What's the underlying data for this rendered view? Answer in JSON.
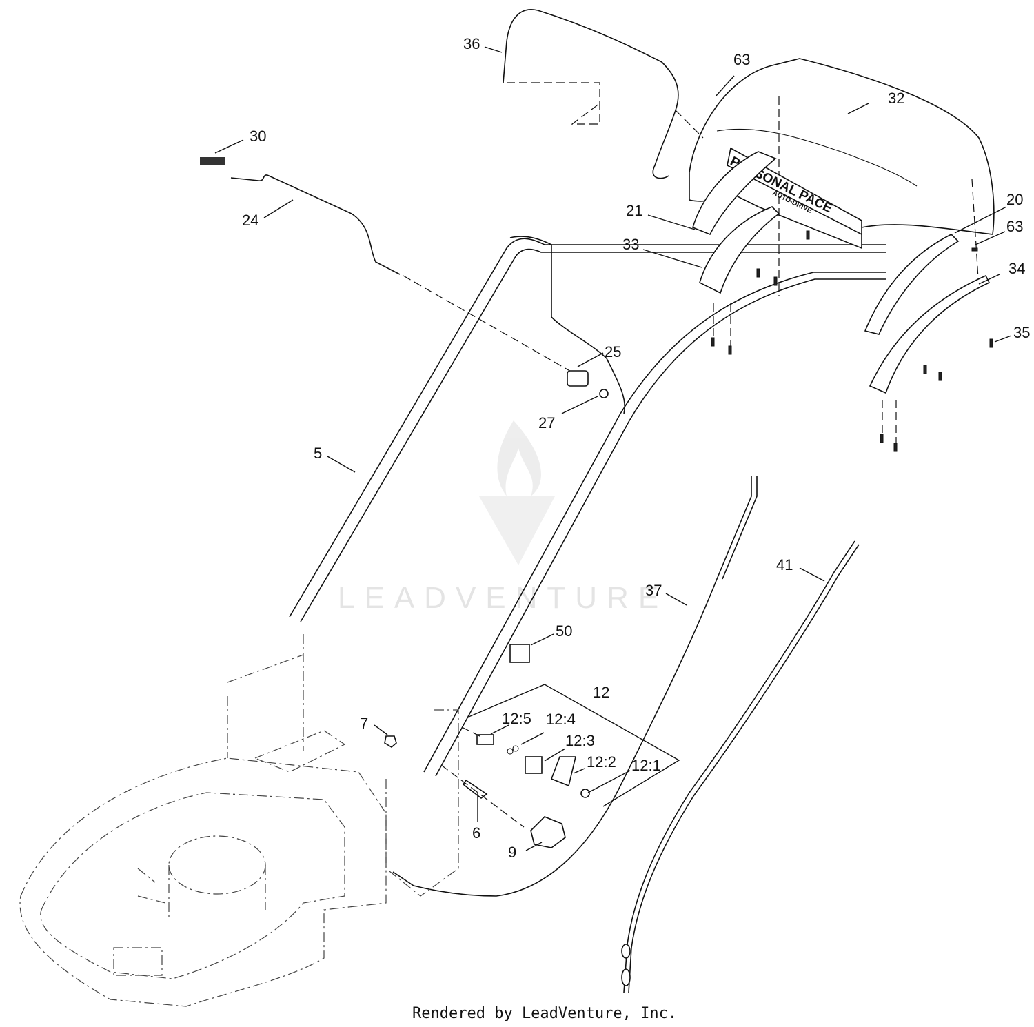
{
  "diagram": {
    "brand_text": "PERSONAL PACE",
    "brand_subtext": "AUTO-DRIVE",
    "watermark_text": "LEADVENTURE",
    "footer": "Rendered by LeadVenture, Inc.",
    "callouts": [
      {
        "id": "36",
        "label": "36"
      },
      {
        "id": "63a",
        "label": "63"
      },
      {
        "id": "32",
        "label": "32"
      },
      {
        "id": "30",
        "label": "30"
      },
      {
        "id": "24",
        "label": "24"
      },
      {
        "id": "21",
        "label": "21"
      },
      {
        "id": "20",
        "label": "20"
      },
      {
        "id": "63b",
        "label": "63"
      },
      {
        "id": "33",
        "label": "33"
      },
      {
        "id": "34",
        "label": "34"
      },
      {
        "id": "35",
        "label": "35"
      },
      {
        "id": "25",
        "label": "25"
      },
      {
        "id": "27",
        "label": "27"
      },
      {
        "id": "5",
        "label": "5"
      },
      {
        "id": "41",
        "label": "41"
      },
      {
        "id": "37",
        "label": "37"
      },
      {
        "id": "50",
        "label": "50"
      },
      {
        "id": "12",
        "label": "12"
      },
      {
        "id": "12-5",
        "label": "12:5"
      },
      {
        "id": "12-4",
        "label": "12:4"
      },
      {
        "id": "7",
        "label": "7"
      },
      {
        "id": "12-3",
        "label": "12:3"
      },
      {
        "id": "12-2",
        "label": "12:2"
      },
      {
        "id": "12-1",
        "label": "12:1"
      },
      {
        "id": "6",
        "label": "6"
      },
      {
        "id": "9",
        "label": "9"
      }
    ]
  }
}
